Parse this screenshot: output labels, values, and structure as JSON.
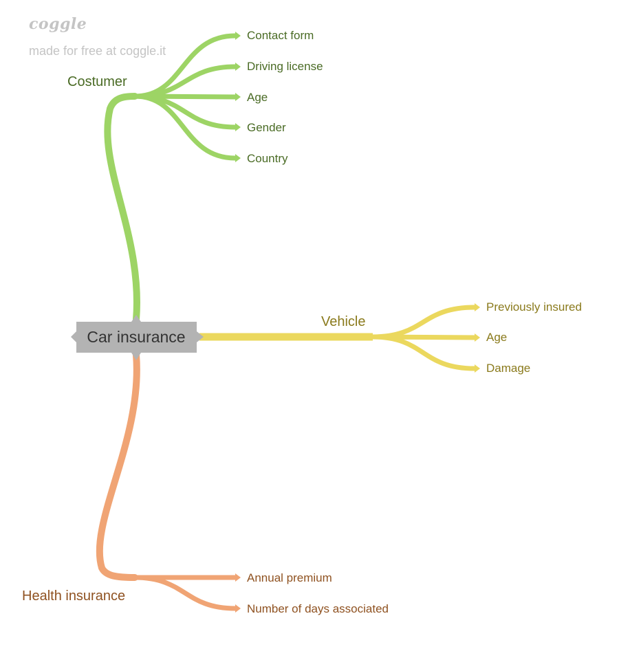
{
  "watermark": {
    "logo": "coggle",
    "text": "made for free at coggle.it"
  },
  "root": {
    "label": "Car insurance",
    "color": "#b3b3b3",
    "text_color": "#333333"
  },
  "branches": {
    "costumer": {
      "label": "Costumer",
      "color": "#9dd465",
      "text_color": "#4a6b25",
      "leaves": [
        "Contact form",
        "Driving license",
        "Age",
        "Gender",
        "Country"
      ]
    },
    "vehicle": {
      "label": "Vehicle",
      "color": "#ebd85e",
      "text_color": "#8a7a1c",
      "leaves": [
        "Previously insured",
        "Age",
        "Damage"
      ]
    },
    "health": {
      "label": "Health insurance",
      "color": "#f0a474",
      "text_color": "#8f5221",
      "leaves": [
        "Annual premium",
        "Number of days associated"
      ]
    }
  }
}
